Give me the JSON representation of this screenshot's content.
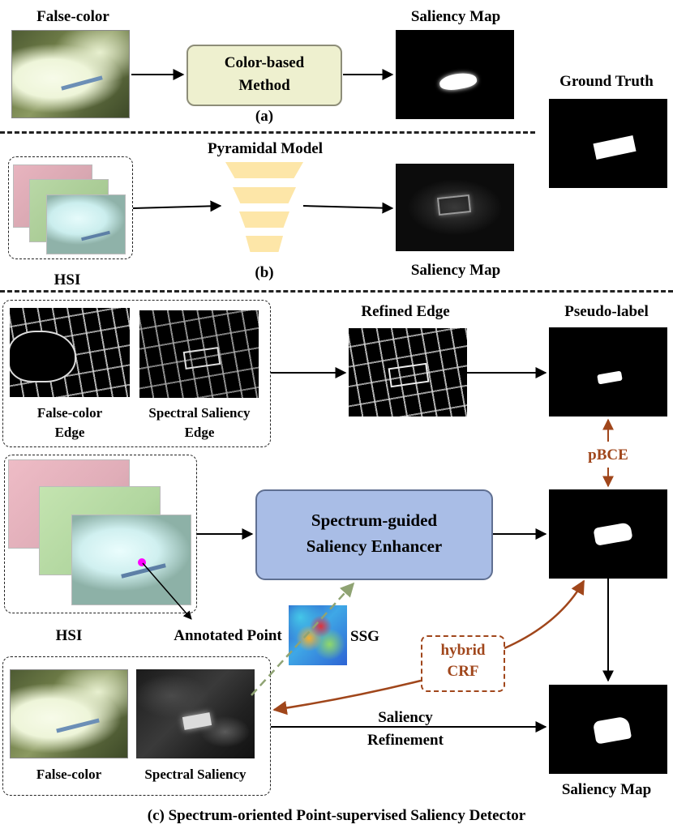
{
  "panel_a": {
    "false_color_label": "False-color",
    "method_label_line1": "Color-based",
    "method_label_line2": "Method",
    "saliency_label": "Saliency Map",
    "caption": "(a)"
  },
  "ground_truth_label": "Ground Truth",
  "panel_b": {
    "model_label": "Pyramidal Model",
    "hsi_label": "HSI",
    "saliency_label": "Saliency Map",
    "caption": "(b)"
  },
  "panel_c": {
    "false_color_edge_line1": "False-color",
    "false_color_edge_line2": "Edge",
    "spectral_edge_line1": "Spectral Saliency",
    "spectral_edge_line2": "Edge",
    "refined_edge_label": "Refined Edge",
    "pseudo_label": "Pseudo-label",
    "pbce_label": "pBCE",
    "enhancer_line1": "Spectrum-guided",
    "enhancer_line2": "Saliency Enhancer",
    "hsi_label": "HSI",
    "annotated_point_label": "Annotated Point",
    "ssg_label": "SSG",
    "hybrid_line1": "hybrid",
    "hybrid_line2": "CRF",
    "false_color_label": "False-color",
    "spectral_saliency_label": "Spectral Saliency",
    "refinement_line1": "Saliency",
    "refinement_line2": "Refinement",
    "saliency_label": "Saliency Map",
    "caption": "(c)  Spectrum-oriented Point-supervised Saliency Detector"
  },
  "colors": {
    "method_box_fill": "#eef0cf",
    "enhancer_box_fill": "#a9bde6",
    "hybrid_accent": "#a0461b",
    "ssg_arrow": "#8fa373",
    "pyramid_fill": "#fde6a8",
    "annotated_point": "#ff00ff"
  }
}
